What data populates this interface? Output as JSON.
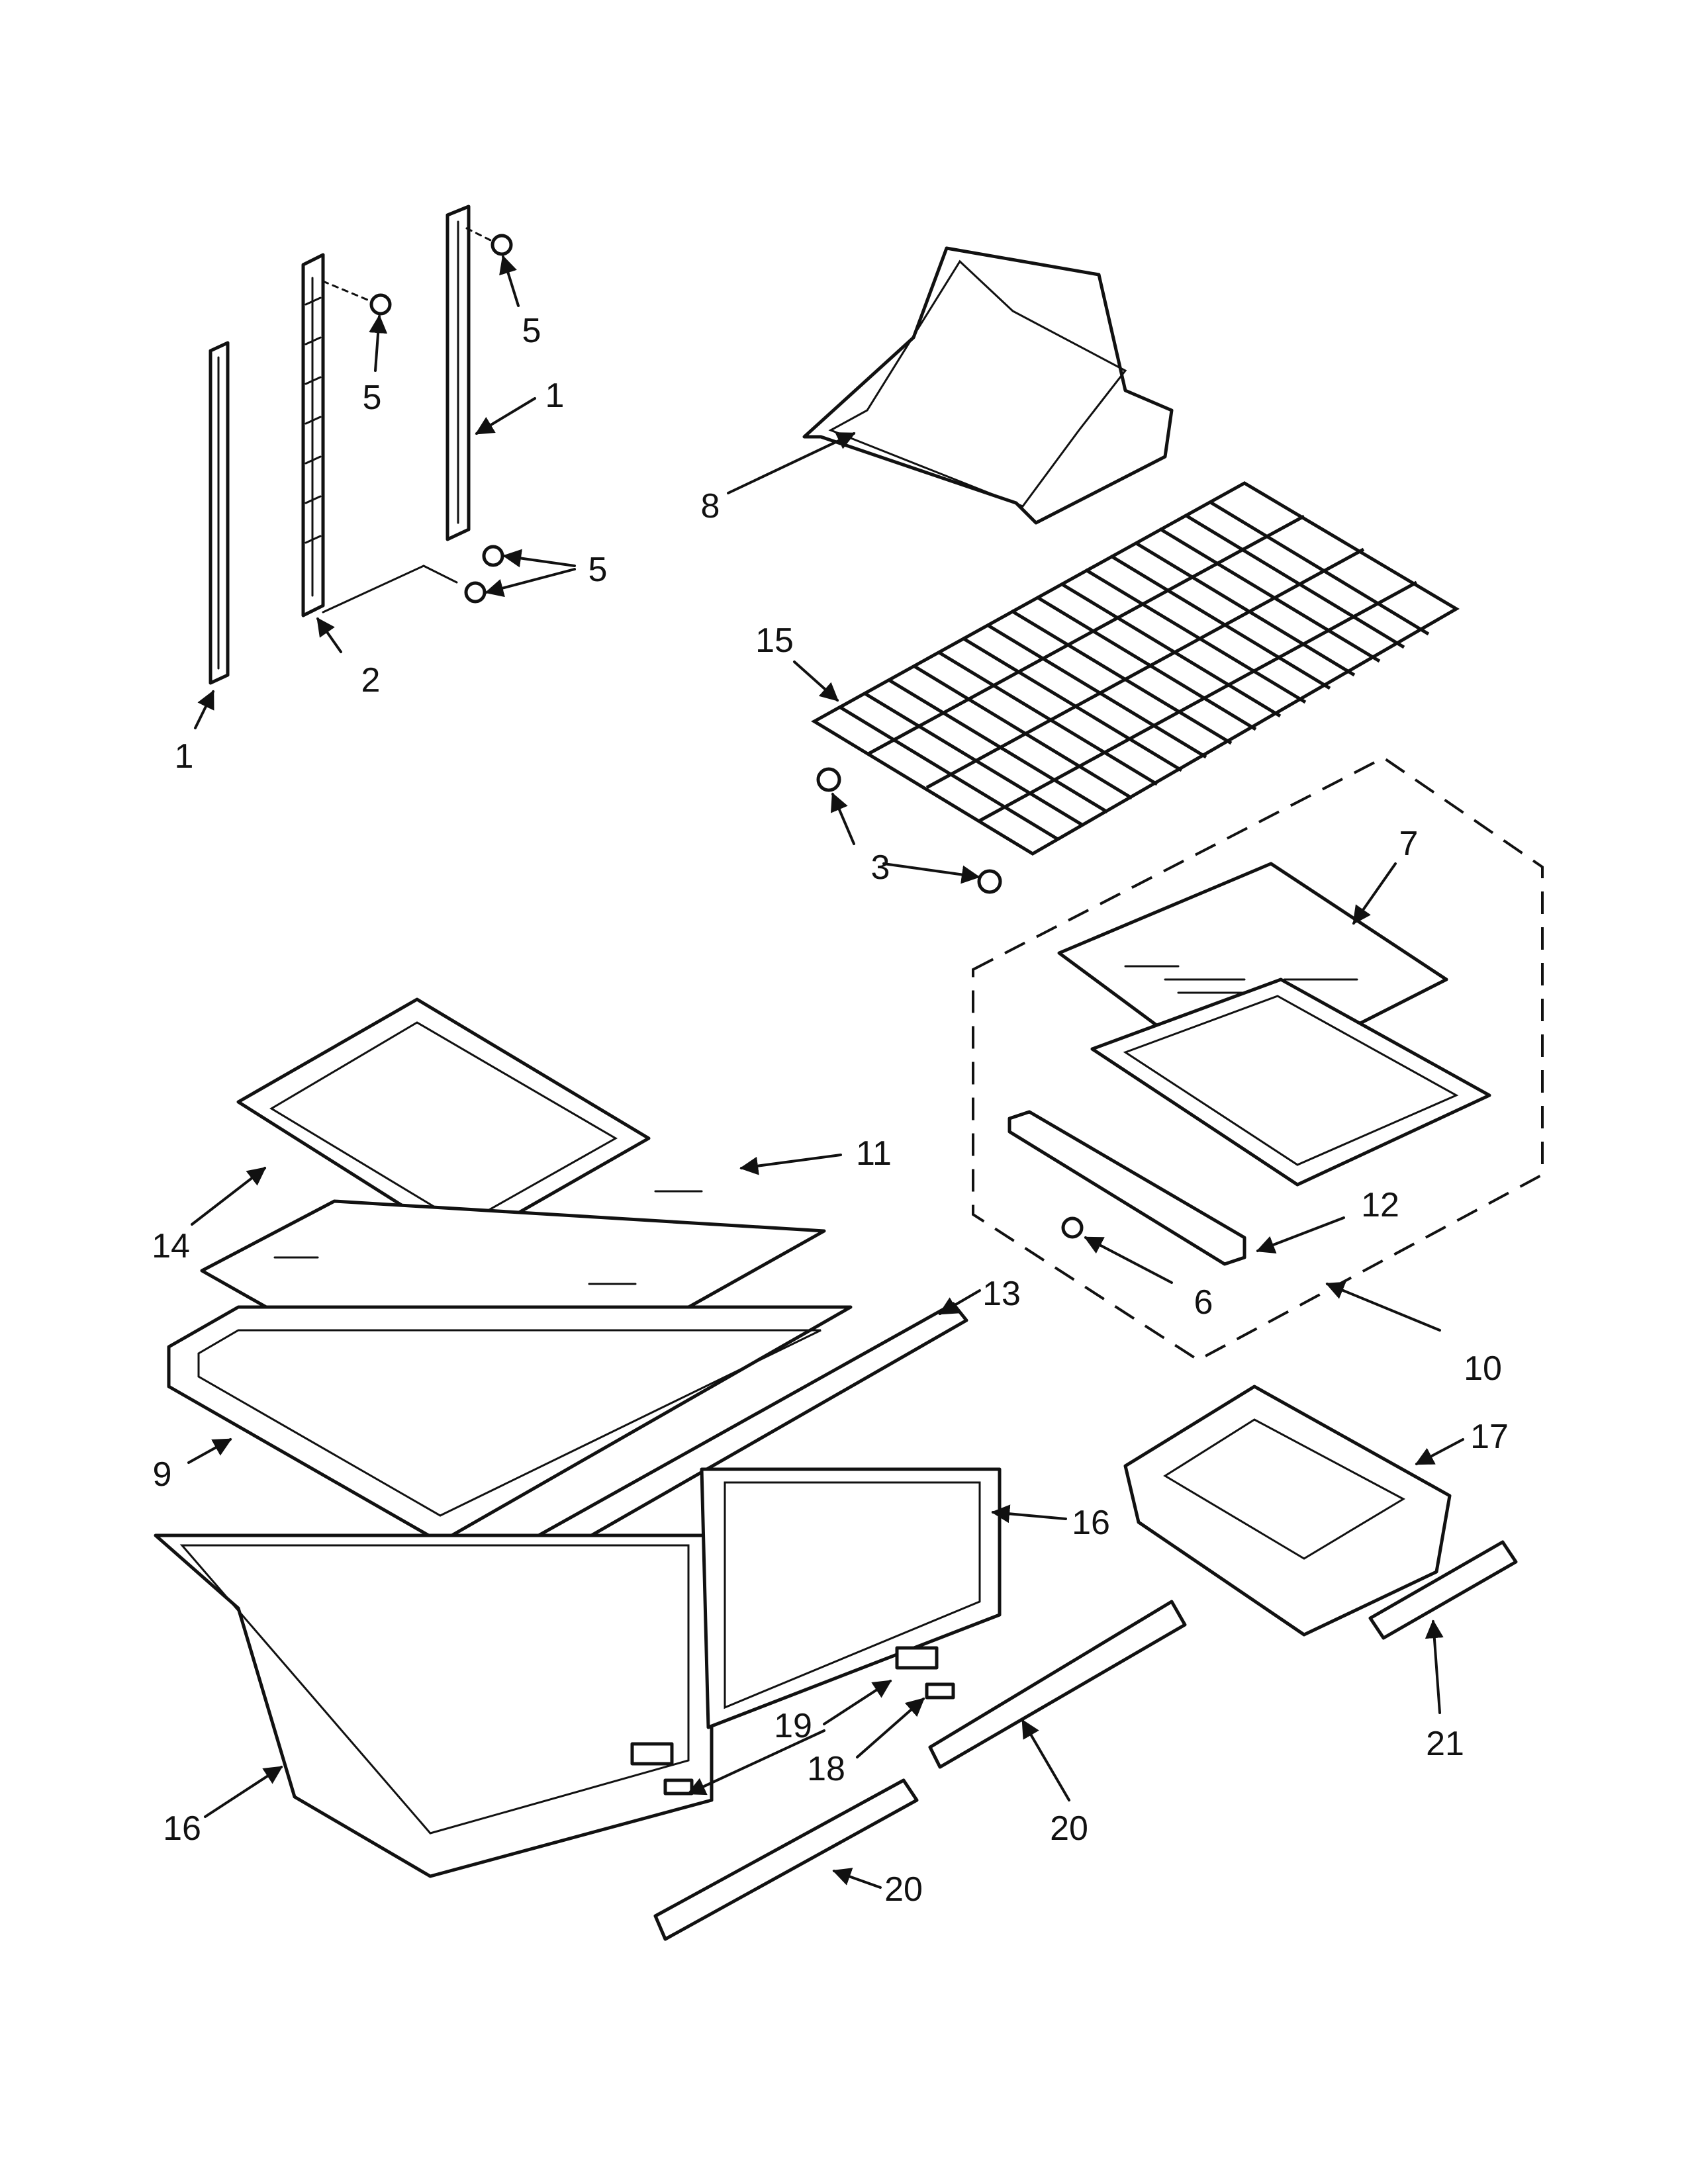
{
  "diagram": {
    "callouts": [
      {
        "id": "c1a",
        "label": "1"
      },
      {
        "id": "c1b",
        "label": "1"
      },
      {
        "id": "c2",
        "label": "2"
      },
      {
        "id": "c5a",
        "label": "5"
      },
      {
        "id": "c5b",
        "label": "5"
      },
      {
        "id": "c5c",
        "label": "5"
      },
      {
        "id": "c8",
        "label": "8"
      },
      {
        "id": "c15",
        "label": "15"
      },
      {
        "id": "c3",
        "label": "3"
      },
      {
        "id": "c7",
        "label": "7"
      },
      {
        "id": "c11",
        "label": "11"
      },
      {
        "id": "c14",
        "label": "14"
      },
      {
        "id": "c12",
        "label": "12"
      },
      {
        "id": "c6",
        "label": "6"
      },
      {
        "id": "c10",
        "label": "10"
      },
      {
        "id": "c13",
        "label": "13"
      },
      {
        "id": "c9",
        "label": "9"
      },
      {
        "id": "c17",
        "label": "17"
      },
      {
        "id": "c16a",
        "label": "16"
      },
      {
        "id": "c16b",
        "label": "16"
      },
      {
        "id": "c21",
        "label": "21"
      },
      {
        "id": "c19",
        "label": "19"
      },
      {
        "id": "c18",
        "label": "18"
      },
      {
        "id": "c20a",
        "label": "20"
      },
      {
        "id": "c20b",
        "label": "20"
      }
    ]
  }
}
